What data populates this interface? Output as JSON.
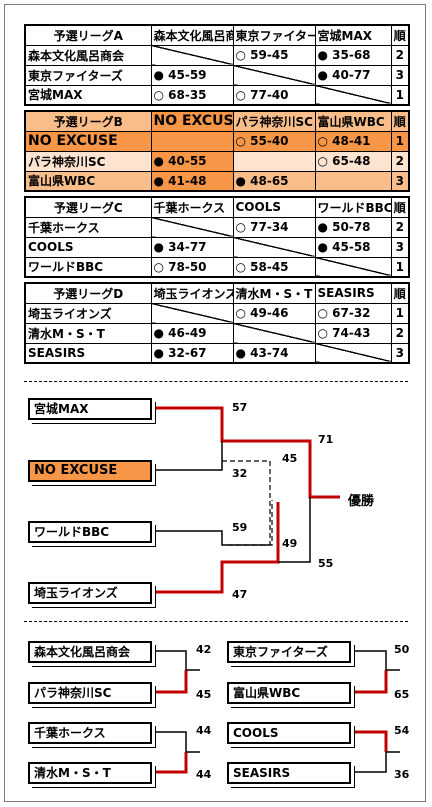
{
  "leagues": [
    {
      "id": "A",
      "header": [
        "予選リーグA",
        "森本文化風呂商会",
        "東京ファイターズ",
        "宮城MAX",
        "順"
      ],
      "rows": [
        {
          "team": "森本文化風呂商会",
          "c1": "",
          "c2": "○ 59-45",
          "c3": "● 35-68",
          "rank": "2"
        },
        {
          "team": "東京ファイターズ",
          "c1": "● 45-59",
          "c2": "",
          "c3": "● 40-77",
          "rank": "3"
        },
        {
          "team": "宮城MAX",
          "c1": "○ 68-35",
          "c2": "○ 77-40",
          "c3": "",
          "rank": "1"
        }
      ]
    },
    {
      "id": "B",
      "header": [
        "予選リーグB",
        "NO EXCUSE",
        "パラ神奈川SC",
        "富山県WBC",
        "順"
      ],
      "rows": [
        {
          "team": "NO EXCUSE",
          "c1": "",
          "c2": "○ 55-40",
          "c3": "○ 48-41",
          "rank": "1"
        },
        {
          "team": "パラ神奈川SC",
          "c1": "● 40-55",
          "c2": "",
          "c3": "○ 65-48",
          "rank": "2"
        },
        {
          "team": "富山県WBC",
          "c1": "● 41-48",
          "c2": "● 48-65",
          "c3": "",
          "rank": "3"
        }
      ]
    },
    {
      "id": "C",
      "header": [
        "予選リーグC",
        "千葉ホークス",
        "COOLS",
        "ワールドBBC",
        "順"
      ],
      "rows": [
        {
          "team": "千葉ホークス",
          "c1": "",
          "c2": "○ 77-34",
          "c3": "● 50-78",
          "rank": "2"
        },
        {
          "team": "COOLS",
          "c1": "● 34-77",
          "c2": "",
          "c3": "● 45-58",
          "rank": "3"
        },
        {
          "team": "ワールドBBC",
          "c1": "○ 78-50",
          "c2": "○ 58-45",
          "c3": "",
          "rank": "1"
        }
      ]
    },
    {
      "id": "D",
      "header": [
        "予選リーグD",
        "埼玉ライオンズ",
        "清水M・S・T",
        "SEASIRS",
        "順"
      ],
      "rows": [
        {
          "team": "埼玉ライオンズ",
          "c1": "",
          "c2": "○ 49-46",
          "c3": "○ 67-32",
          "rank": "1"
        },
        {
          "team": "清水M・S・T",
          "c1": "● 46-49",
          "c2": "",
          "c3": "○ 74-43",
          "rank": "2"
        },
        {
          "team": "SEASIRS",
          "c1": "● 32-67",
          "c2": "● 43-74",
          "c3": "",
          "rank": "3"
        }
      ]
    }
  ],
  "final": {
    "teams": [
      "宮城MAX",
      "NO EXCUSE",
      "ワールドBBC",
      "埼玉ライオンズ"
    ],
    "scores": [
      "57",
      "32",
      "59",
      "47",
      "45",
      "49",
      "71",
      "55"
    ],
    "champion_label": "優勝"
  },
  "placement": {
    "matches": [
      {
        "t1": "森本文化風呂商会",
        "s1": "42",
        "t2": "パラ神奈川SC",
        "s2": "45"
      },
      {
        "t1": "東京ファイターズ",
        "s1": "50",
        "t2": "富山県WBC",
        "s2": "65"
      },
      {
        "t1": "千葉ホークス",
        "s1": "44",
        "t2": "清水M・S・T",
        "s2": "44"
      },
      {
        "t1": "COOLS",
        "s1": "54",
        "t2": "SEASIRS",
        "s2": "36"
      }
    ]
  },
  "colors": {
    "winner_line": "#c00000",
    "highlight": "#f79646",
    "highlight_light": "#fce4d0"
  }
}
